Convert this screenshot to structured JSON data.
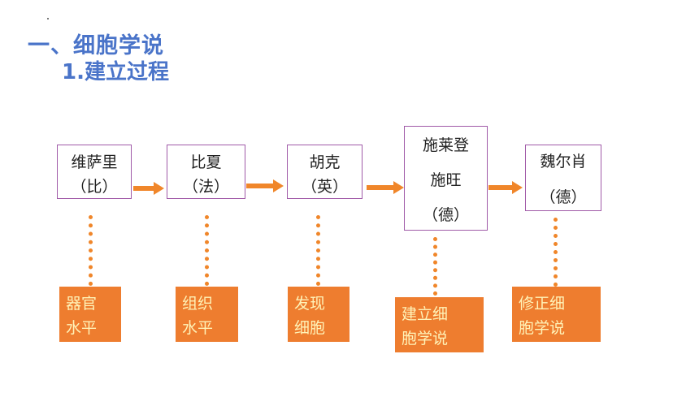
{
  "title": {
    "main": "一、细胞学说",
    "sub": "1.建立过程"
  },
  "scientists": [
    {
      "name": "维萨里",
      "nationality": "（比）"
    },
    {
      "name": "比夏",
      "nationality": "（法）"
    },
    {
      "name": "胡克",
      "nationality": "（英）"
    },
    {
      "name_line1": "施莱登",
      "name_line2": "施旺",
      "nationality": "（德）"
    },
    {
      "name": "魏尔肖",
      "nationality": "（德）"
    }
  ],
  "contributions": [
    {
      "line1": "器官",
      "line2": "水平"
    },
    {
      "line1": "组织",
      "line2": "水平"
    },
    {
      "line1": "发现",
      "line2": "细胞"
    },
    {
      "line1": "建立细",
      "line2": "胞学说"
    },
    {
      "line1": "修正细",
      "line2": "胞学说"
    }
  ],
  "colors": {
    "title": "#4a74c9",
    "box_border": "#a05aa8",
    "accent": "#f0862a",
    "contribution_text": "#fff3b8"
  }
}
